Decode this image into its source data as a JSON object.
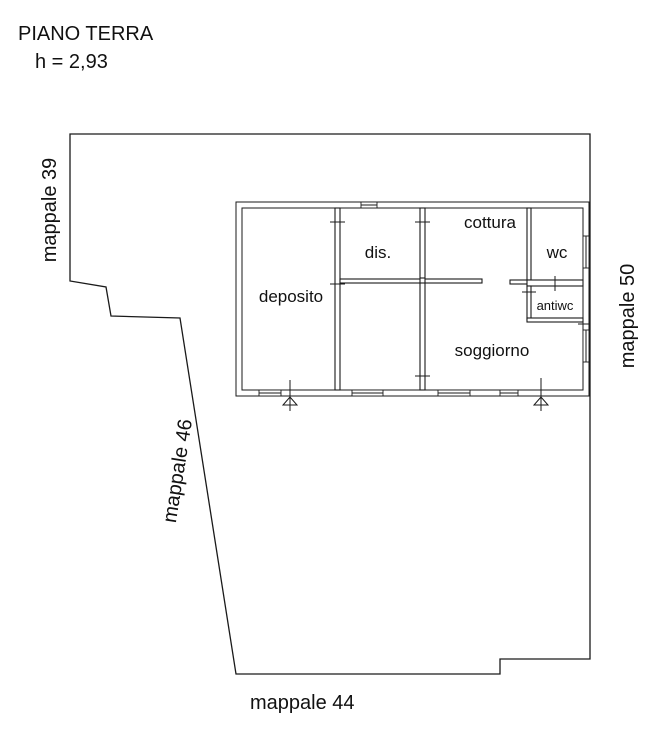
{
  "header": {
    "title": "PIANO TERRA",
    "height": "h = 2,93"
  },
  "boundaries": {
    "left_top": "mappale 39",
    "right": "mappale 50",
    "left_diagonal": "mappale 46",
    "bottom": "mappale 44"
  },
  "rooms": {
    "cottura": "cottura",
    "dis": "dis.",
    "wc": "wc",
    "deposito": "deposito",
    "antiwc": "antiwc",
    "soggiorno": "soggiorno"
  }
}
